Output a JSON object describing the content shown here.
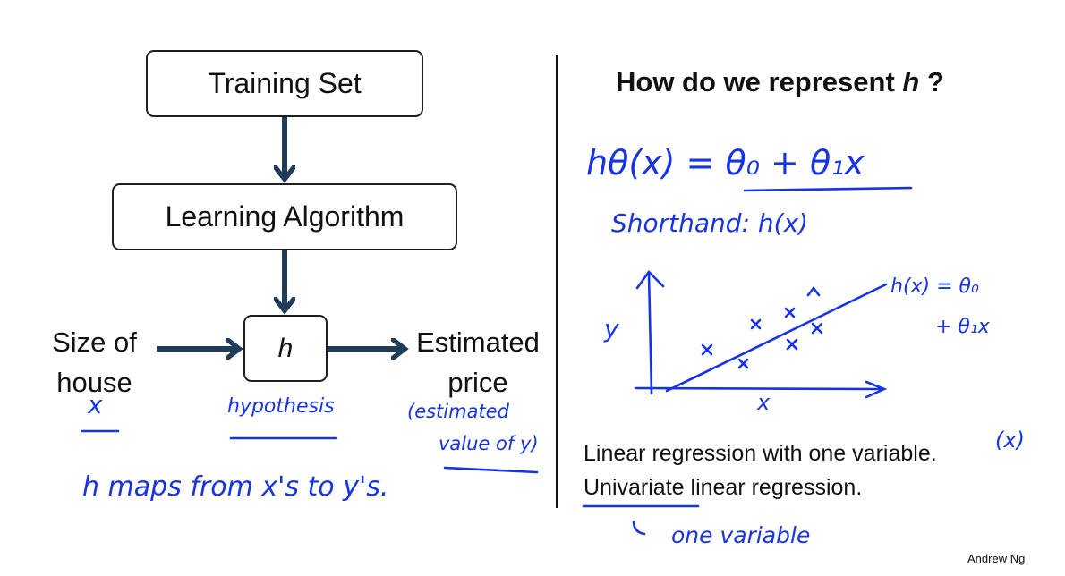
{
  "diagram": {
    "training_set": "Training Set",
    "learning_algorithm": "Learning Algorithm",
    "hypothesis_symbol": "h",
    "input_label": "Size of house",
    "output_label": "Estimated price"
  },
  "right": {
    "title_prefix": "How do we represent ",
    "title_var": "h",
    "title_suffix": " ?",
    "line1": "Linear regression with one variable.",
    "line2_underlined": "Univariate",
    "line2_rest": " linear regression."
  },
  "handwriting": {
    "x_under_input": "x",
    "hypothesis": "hypothesis",
    "estimated_value_1": "(estimated",
    "estimated_value_2": "value of y)",
    "maps_note": "h  maps  from  x's  to y's.",
    "formula": "hθ(x) = θ₀ + θ₁x",
    "shorthand": "Shorthand: h(x)",
    "plot_y": "y",
    "plot_x": "x",
    "plot_formula_1": "h(x) = θ₀",
    "plot_formula_2": "+ θ₁x",
    "x_paren": "(x)",
    "one_variable": "one variable"
  },
  "footer": {
    "author": "Andrew Ng"
  },
  "colors": {
    "ink": "#1f1f1f",
    "arrow": "#1f3d5a",
    "pen": "#1733e6"
  }
}
